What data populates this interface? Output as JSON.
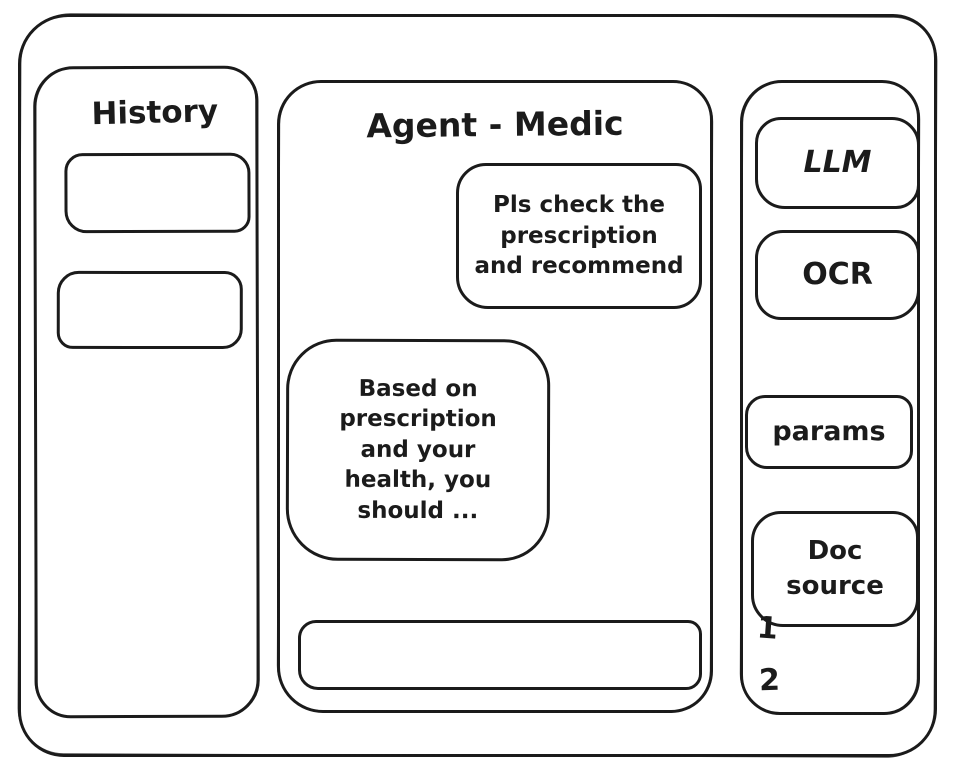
{
  "window": {
    "background": "#ffffff",
    "ink": "#1b1b1b"
  },
  "history_panel": {
    "title": "History",
    "items": [
      {
        "label": ""
      },
      {
        "label": ""
      }
    ]
  },
  "chat_panel": {
    "title": "Agent - Medic",
    "messages": [
      {
        "role": "user",
        "text": "Pls check the\nprescription\nand recommend"
      },
      {
        "role": "assistant",
        "text": "Based on\nprescription\nand your\nhealth, you\nshould ..."
      }
    ],
    "input": {
      "value": "",
      "placeholder": ""
    }
  },
  "tools_panel": {
    "buttons": [
      {
        "label": "LLM"
      },
      {
        "label": "OCR"
      },
      {
        "label": "params"
      },
      {
        "label": "Doc source"
      }
    ],
    "doc_source_items": [
      "1",
      "2"
    ]
  }
}
